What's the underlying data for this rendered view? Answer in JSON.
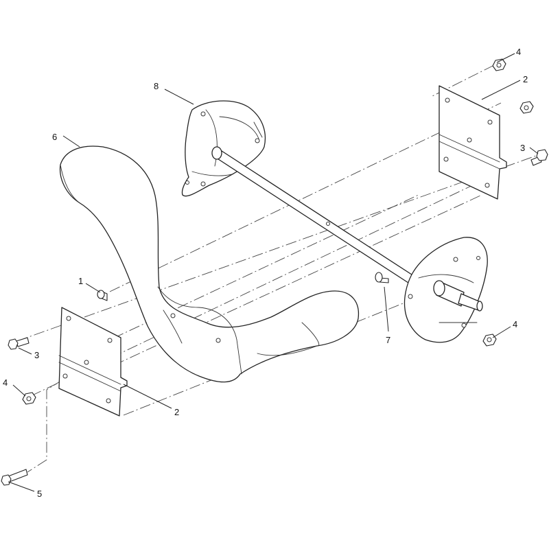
{
  "callouts": [
    {
      "id": "c1",
      "label": "1"
    },
    {
      "id": "c2a",
      "label": "2"
    },
    {
      "id": "c2b",
      "label": "2"
    },
    {
      "id": "c3a",
      "label": "3"
    },
    {
      "id": "c3b",
      "label": "3"
    },
    {
      "id": "c4a",
      "label": "4"
    },
    {
      "id": "c4b",
      "label": "4"
    },
    {
      "id": "c4c",
      "label": "4"
    },
    {
      "id": "c5",
      "label": "5"
    },
    {
      "id": "c6",
      "label": "6"
    },
    {
      "id": "c7",
      "label": "7"
    },
    {
      "id": "c8",
      "label": "8"
    }
  ]
}
